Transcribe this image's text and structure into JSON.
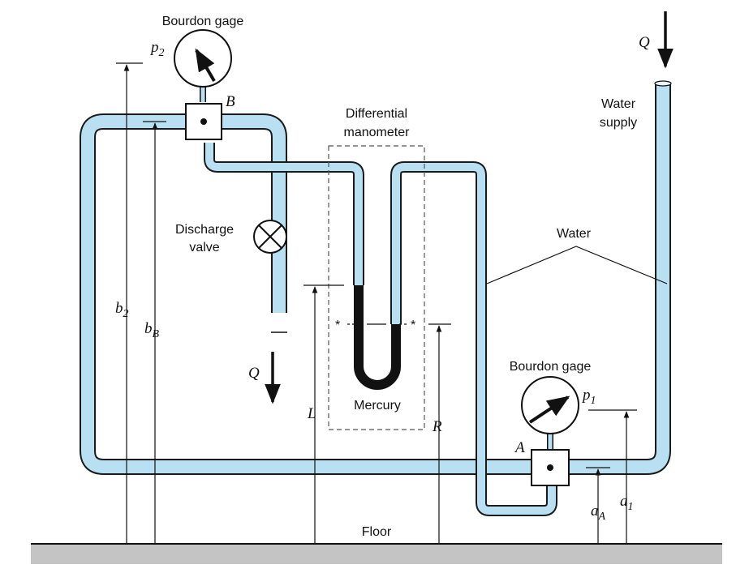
{
  "labels": {
    "bourdon_gage_top": "Bourdon gage",
    "bourdon_gage_bottom": "Bourdon gage",
    "differential_manometer_line1": "Differential",
    "differential_manometer_line2": "manometer",
    "water_supply_line1": "Water",
    "water_supply_line2": "supply",
    "water": "Water",
    "discharge_valve_line1": "Discharge",
    "discharge_valve_line2": "valve",
    "mercury": "Mercury",
    "floor": "Floor"
  },
  "symbols": {
    "p2_base": "p",
    "p2_sub": "2",
    "p1_base": "p",
    "p1_sub": "1",
    "B": "B",
    "A": "A",
    "Q_top": "Q",
    "Q_bottom": "Q",
    "b2_base": "b",
    "b2_sub": "2",
    "bB_base": "b",
    "bB_sub": "B",
    "L": "L",
    "R": "R",
    "aA_base": "a",
    "aA_sub": "A",
    "a1_base": "a",
    "a1_sub": "1",
    "star_left": "*",
    "star_right": "*"
  },
  "colors": {
    "water": "#b9e0f2",
    "mercury": "#111111",
    "floor": "#c4c4c4",
    "outline": "#1a1a1a"
  }
}
